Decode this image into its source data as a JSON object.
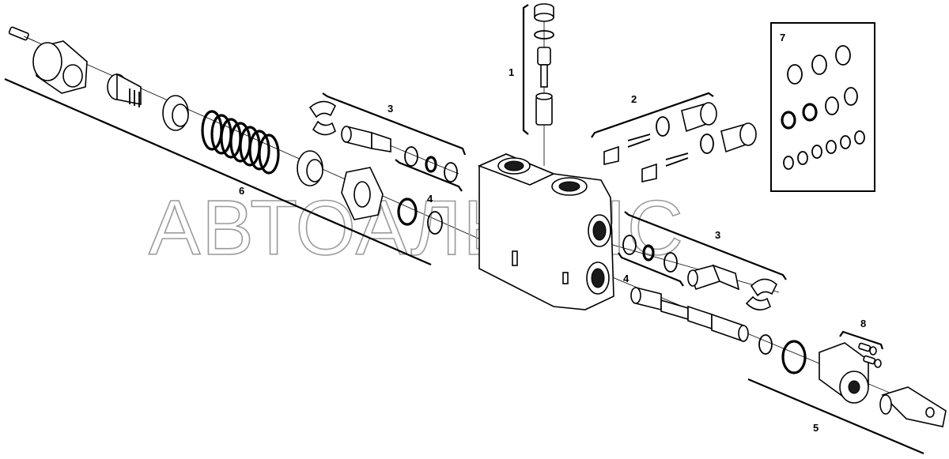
{
  "watermark": "АВТОАЛЬЯНС",
  "callouts": {
    "c1": "1",
    "c2": "2",
    "c3a": "3",
    "c3b": "3",
    "c4a": "4",
    "c4b": "4",
    "c5": "5",
    "c6": "6",
    "c7": "7",
    "c8": "8"
  }
}
